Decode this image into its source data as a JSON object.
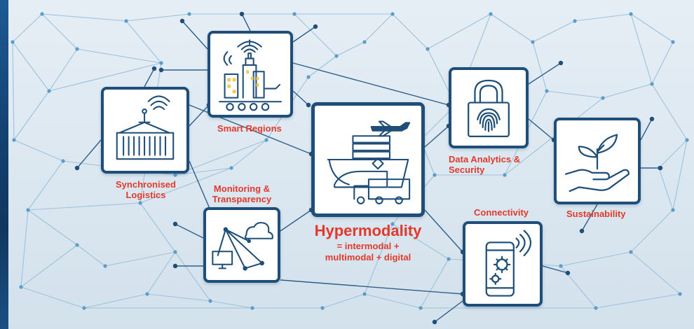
{
  "concepts": [
    {
      "id": "smart-regions",
      "label": "Smart Regions",
      "icon": "smart-city-icon"
    },
    {
      "id": "synchronised-logistics",
      "label": "Synchronised Logistics",
      "label_lines": [
        "Synchronised",
        "Logistics"
      ],
      "icon": "container-crane-icon"
    },
    {
      "id": "monitoring-transparency",
      "label": "Monitoring & Transparency",
      "label_lines": [
        "Monitoring &",
        "Transparency"
      ],
      "icon": "cloud-monitor-network-icon"
    },
    {
      "id": "hypermodality",
      "label": "Hypermodality",
      "icon": "transport-modes-icon"
    },
    {
      "id": "data-analytics-security",
      "label": "Data Analytics & Security",
      "label_lines": [
        "Data Analytics &",
        "Security"
      ],
      "icon": "padlock-fingerprint-icon"
    },
    {
      "id": "connectivity",
      "label": "Connectivity",
      "icon": "smartphone-gear-icon"
    },
    {
      "id": "sustainability",
      "label": "Sustainability",
      "icon": "hand-plant-icon"
    }
  ],
  "hypermodality": {
    "title": "Hypermodality",
    "subtitle_lines": [
      "= intermodal +",
      "multimodal + digital"
    ]
  },
  "colors": {
    "tile_border": "#1f4e79",
    "label": "#e2392b",
    "network_line": "#8fb9d6",
    "network_node": "#5b9ccb",
    "background": "#dfe9f1",
    "left_strip": "#123f6e"
  }
}
